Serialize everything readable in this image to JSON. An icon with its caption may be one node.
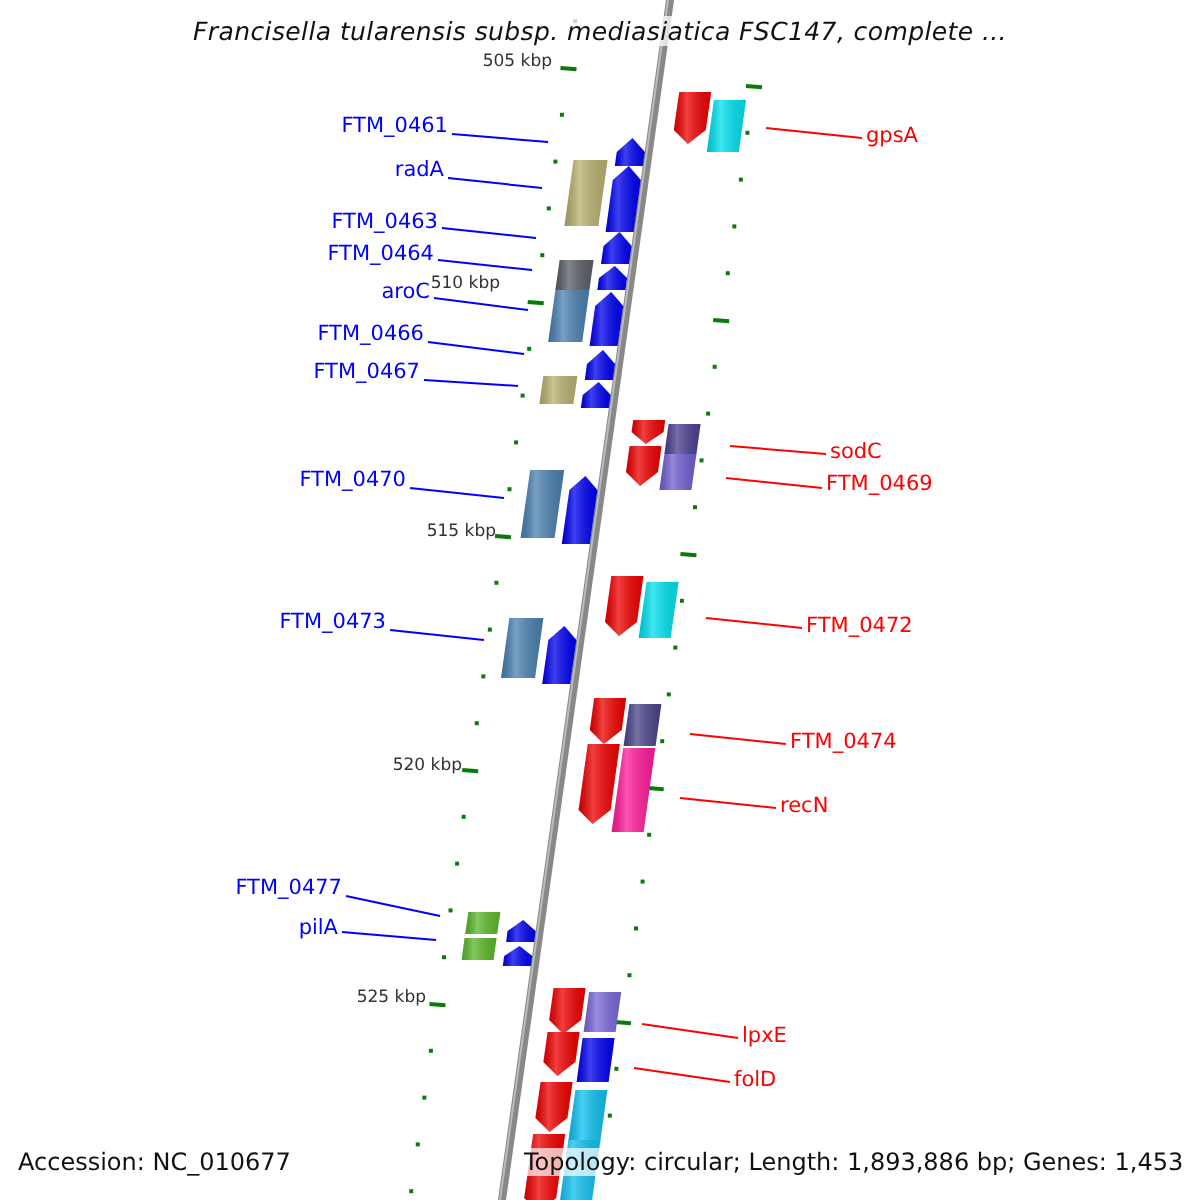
{
  "diagram": {
    "title": "Francisella tularensis subsp. mediasiatica FSC147, complete ...",
    "nodes": [
      {
        "text": [
          "FTM_0461"
        ]
      },
      {
        "text": [
          "gpsA"
        ]
      },
      {
        "text": [
          "radA"
        ]
      },
      {
        "text": [
          "FTM_0463"
        ]
      },
      {
        "text": [
          "FTM_0464"
        ]
      },
      {
        "text": [
          "aroC"
        ]
      },
      {
        "text": [
          "FTM_0466"
        ]
      },
      {
        "text": [
          "FTM_0467"
        ]
      },
      {
        "text": [
          "sodC"
        ]
      },
      {
        "text": [
          "FTM_0470"
        ]
      },
      {
        "text": [
          "FTM_0469"
        ]
      },
      {
        "text": [
          "FTM_0473"
        ]
      },
      {
        "text": [
          "FTM_0472"
        ]
      },
      {
        "text": [
          "FTM_0474"
        ]
      },
      {
        "text": [
          "recN"
        ]
      },
      {
        "text": [
          "FTM_0477"
        ]
      },
      {
        "text": [
          "pilA"
        ]
      },
      {
        "text": [
          "lpxE"
        ]
      },
      {
        "text": [
          "folD"
        ]
      }
    ],
    "edges": [
      {
        "from": 0,
        "to": null,
        "arrow": "none"
      },
      {
        "from": 1,
        "to": null,
        "arrow": "none",
        "color": "#ff0000"
      },
      {
        "from": 2,
        "to": null,
        "arrow": "none"
      },
      {
        "from": 3,
        "to": null,
        "arrow": "none"
      },
      {
        "from": 4,
        "to": null,
        "arrow": "none"
      },
      {
        "from": 5,
        "to": null,
        "arrow": "none"
      },
      {
        "from": 6,
        "to": null,
        "arrow": "none"
      },
      {
        "from": 7,
        "to": null,
        "arrow": "none"
      },
      {
        "from": 8,
        "to": null,
        "arrow": "none",
        "color": "#ff0000"
      },
      {
        "from": 9,
        "to": null,
        "arrow": "none"
      },
      {
        "from": 10,
        "to": null,
        "arrow": "none",
        "color": "#ff0000"
      },
      {
        "from": 11,
        "to": null,
        "arrow": "none"
      },
      {
        "from": 12,
        "to": null,
        "arrow": "none",
        "color": "#ff0000"
      },
      {
        "from": 13,
        "to": null,
        "arrow": "none",
        "color": "#ff0000"
      },
      {
        "from": 14,
        "to": null,
        "arrow": "none",
        "color": "#ff0000"
      },
      {
        "from": 15,
        "to": null,
        "arrow": "none"
      },
      {
        "from": 16,
        "to": null,
        "arrow": "none"
      },
      {
        "from": 17,
        "to": null,
        "arrow": "none",
        "color": "#ff0000"
      },
      {
        "from": 18,
        "to": null,
        "arrow": "none",
        "color": "#ff0000"
      }
    ],
    "labels": [
      "505 kbp",
      "510 kbp",
      "515 kbp",
      "520 kbp",
      "525 kbp",
      "Accession: NC_010677",
      "Topology: circular; Length: 1,893,886 bp; Genes: 1,453"
    ]
  }
}
